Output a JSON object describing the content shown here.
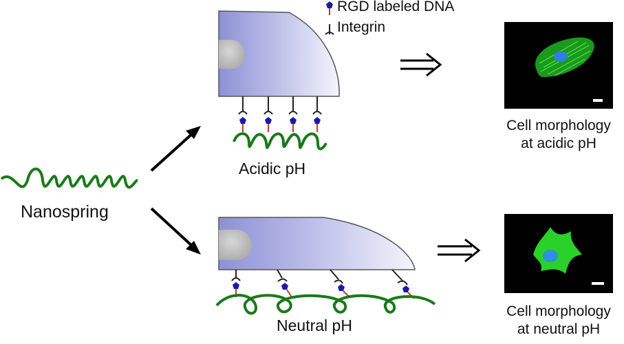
{
  "legend": {
    "rgd_label": "RGD labeled DNA",
    "integrin_label": "Integrin"
  },
  "labels": {
    "nanospring": "Nanospring",
    "acidic": "Acidic pH",
    "neutral": "Neutral pH"
  },
  "captions": {
    "acidic": [
      "Cell morphology",
      "at acidic pH"
    ],
    "neutral": [
      "Cell morphology",
      "at neutral pH"
    ]
  },
  "colors": {
    "spring": "#1a7a1a",
    "cell_dark": "#8f93d6",
    "cell_light": "#f4f4fb",
    "nucleus": "#bdbdbd",
    "rgd": "#1a1aa8",
    "dna_linker": "#c0392b",
    "integrin": "#222222",
    "actin": "#2fd62f",
    "dapi": "#3a8ee0"
  },
  "icons": [
    "rgd-pentagon-icon",
    "integrin-y-icon",
    "arrow-icon",
    "double-arrow-icon",
    "scale-bar-icon"
  ]
}
